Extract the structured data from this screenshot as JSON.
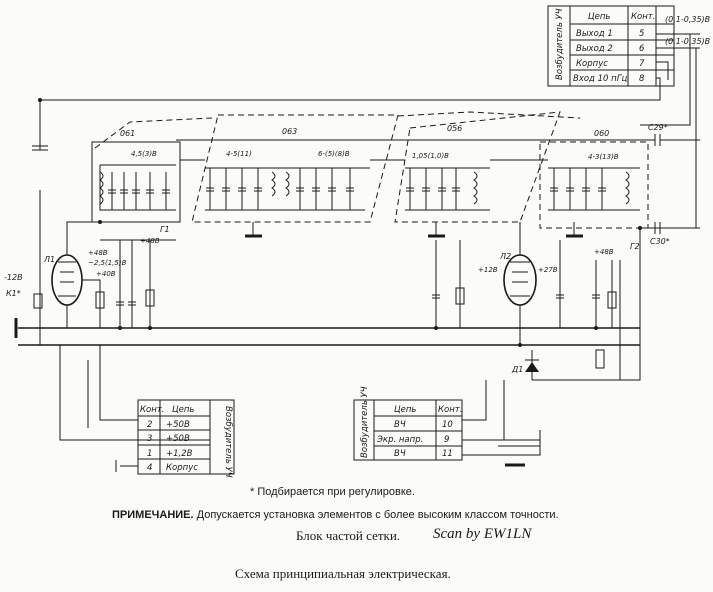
{
  "blocks": [
    "061",
    "063",
    "056",
    "060"
  ],
  "tube_labels": [
    "Л1",
    "Л2"
  ],
  "diode_label": "Д1",
  "tables": {
    "top_right": {
      "side_label": "Возбудитель УЧ",
      "header": [
        "Цепь",
        "Конт."
      ],
      "rows": [
        [
          "Выход 1",
          "5"
        ],
        [
          "Выход 2",
          "6"
        ],
        [
          "Корпус",
          "7"
        ],
        [
          "Вход 10 пГц",
          "8"
        ]
      ]
    },
    "bottom_left": {
      "side_label": "Возбудитель УЧ",
      "header": [
        "Конт.",
        "Цепь"
      ],
      "rows": [
        [
          "2",
          "+50В"
        ],
        [
          "3",
          "+50В"
        ],
        [
          "1",
          "+1,2В"
        ],
        [
          "4",
          "Корпус"
        ]
      ]
    },
    "bottom_mid": {
      "side_label": "Возбудитель УЧ",
      "header": [
        "Цепь",
        "Конт."
      ],
      "rows": [
        [
          "ВЧ",
          "10"
        ],
        [
          "Экр. напр.",
          "9"
        ],
        [
          "ВЧ",
          "11"
        ]
      ]
    }
  },
  "voltage_labels": {
    "out1": "(0,1-0,35)В",
    "out2": "(0,1-0,35)В",
    "b061": "4,5(3)В",
    "b063": "4-5(11)",
    "b063b": "6-(5)(8)В",
    "b056": "1,05(1,0)В",
    "b060": "4-3(13)В",
    "l1a": "+48В",
    "l1b": "~2,5(1,5)В",
    "l1c": "+40В",
    "l1d": "+48В",
    "l2a": "+27В",
    "l2b": "+48В",
    "l2c": "+12В",
    "minus": "-12В"
  },
  "misc_labels": {
    "c29": "C29*",
    "c30": "C30*",
    "g1": "Г1",
    "g2": "Г2",
    "k1": "К1*"
  },
  "notes": {
    "asterisk": "* Подбирается при регулировке.",
    "note_label": "ПРИМЕЧАНИЕ.",
    "note_text": "Допускается установка элементов с более высоким классом точности."
  },
  "block_title": "Блок частой сетки.",
  "scan_credit": "Scan by EW1LN",
  "schema_title": "Схема принципиальная электрическая."
}
